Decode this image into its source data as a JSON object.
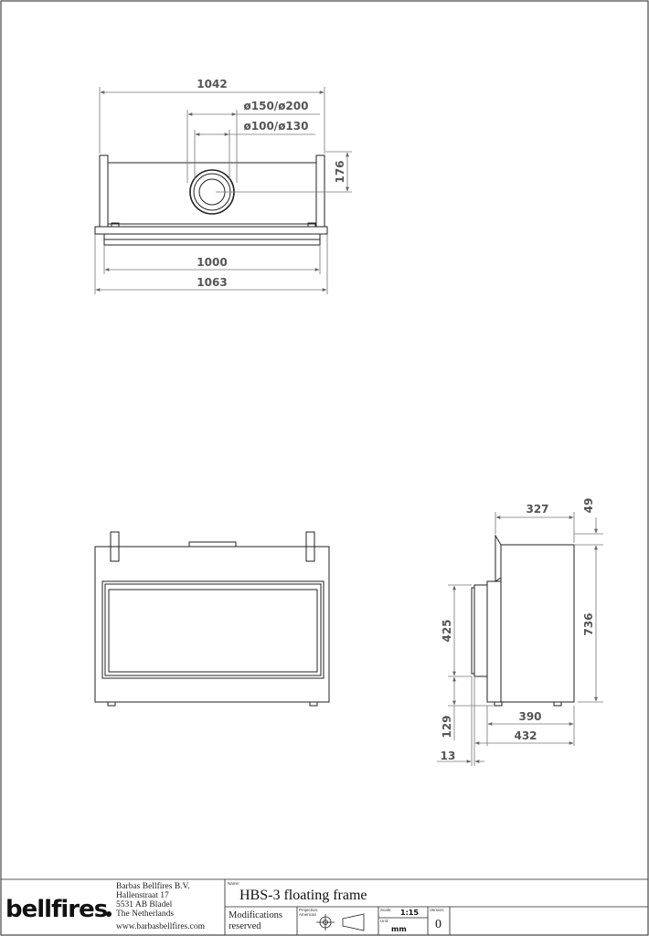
{
  "top_view": {
    "dim_overall_width": "1042",
    "dim_flue_outer": "ø150/ø200",
    "dim_flue_inner": "ø100/ø130",
    "dim_depth": "176",
    "dim_front_width": "1000",
    "dim_frame_width": "1063"
  },
  "side_view": {
    "dim_top_depth": "327",
    "dim_top_offset": "49",
    "dim_height": "736",
    "dim_glass_height": "425",
    "dim_base_height": "129",
    "dim_frame_thickness": "13",
    "dim_depth_inner": "390",
    "dim_depth_outer": "432"
  },
  "title_block": {
    "logo": "bellfires",
    "company_lines": [
      "Barbas Bellfires B.V.",
      "Hallenstraat 17",
      "5531 AB Bladel",
      "The Netherlands",
      "www.barbasbellfires.com"
    ],
    "name_label": "Name:",
    "product_name": "HBS-3 floating frame",
    "modifications_line1": "Modifications",
    "modifications_line2": "reserved",
    "projection_label_1": "Projection:",
    "projection_label_2": "American",
    "scale_label": "Scale:",
    "scale_value": "1:15",
    "unit_label": "Unit:",
    "unit_value": "mm",
    "version_label": "Version:",
    "version_value": "0"
  }
}
